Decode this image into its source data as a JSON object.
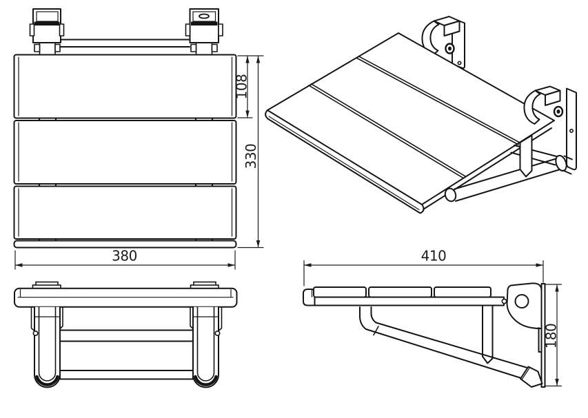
{
  "drawing": {
    "subject": "Wall-mounted folding shower seat - dimensioned technical drawing",
    "unit": "mm",
    "background_color": "#ffffff",
    "line_color": "#141414",
    "dimension_color": "#1c1c1c",
    "views": {
      "front_open": {
        "name": "front-view-seat-down",
        "dims": {
          "slat_height": "108",
          "overall_height": "330",
          "overall_width": "380"
        }
      },
      "isometric": {
        "name": "isometric-view-seat-down"
      },
      "front_folded": {
        "name": "front-view-underside-folded-legs"
      },
      "side": {
        "name": "side-view-seat-down",
        "dims": {
          "overall_depth": "410",
          "wall_bracket_height": "180"
        }
      }
    }
  }
}
